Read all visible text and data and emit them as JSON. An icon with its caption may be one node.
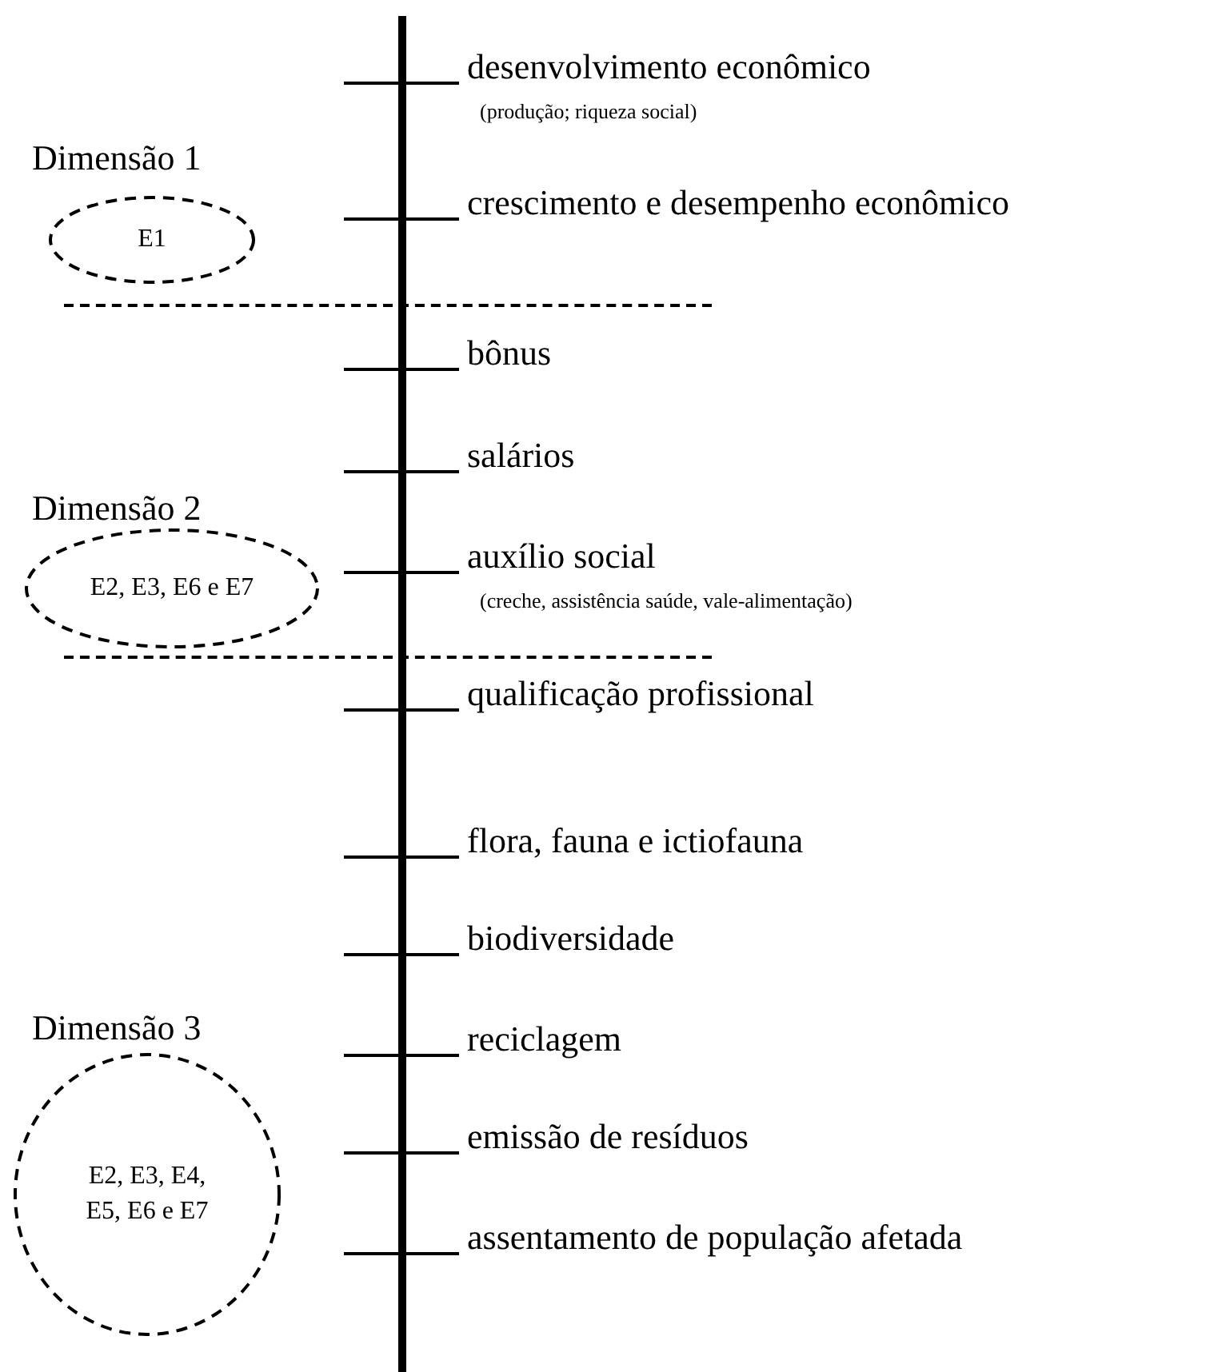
{
  "diagram": {
    "nodes": [
      {
        "text": [
          "Dimensão 1",
          "E1"
        ]
      },
      {
        "text": [
          "Dimensão 2",
          "E2, E3, E6 e E7"
        ]
      },
      {
        "text": [
          "Dimensão 3",
          "E2, E3, E4, E5, E6 e E7"
        ]
      }
    ],
    "labels": [
      "desenvolvimento econômico",
      "(produção; riqueza social)",
      "crescimento e desempenho econômico",
      "bônus",
      "salários",
      "auxílio social",
      "(creche, assistência saúde, vale-alimentação)",
      "qualificação profissional",
      "flora, fauna e ictiofauna",
      "biodiversidade",
      "reciclagem",
      "emissão de resíduos",
      "assentamento de população afetada"
    ]
  }
}
